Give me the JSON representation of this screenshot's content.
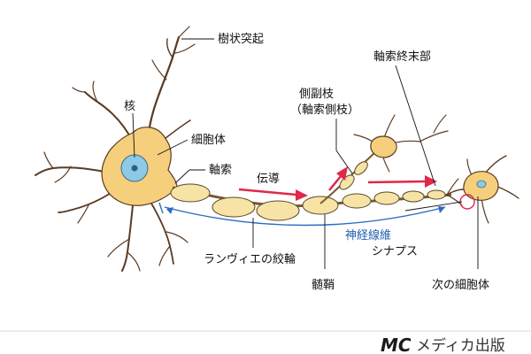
{
  "labels": {
    "dendrite": "樹状突起",
    "nucleus": "核",
    "cell_body": "細胞体",
    "axon": "軸索",
    "conduction": "伝導",
    "collateral_line1": "側副枝",
    "collateral_line2": "（軸索側枝）",
    "axon_terminal": "軸索終末部",
    "nerve_fiber": "神経線維",
    "synapse": "シナプス",
    "node_of_ranvier": "ランヴィエの絞輪",
    "myelin_sheath": "髄鞘",
    "next_cell_body": "次の細胞体"
  },
  "brand": {
    "logo_text": "MC",
    "name": "メディカ出版"
  },
  "colors": {
    "soma_fill": "#f6cf7d",
    "myelin_fill": "#f7e3a6",
    "nucleus_fill": "#8ec9e6",
    "arrow_red": "#e0284a",
    "fiber_blue": "#2a6bc4",
    "synapse_ring": "#e0284a"
  }
}
